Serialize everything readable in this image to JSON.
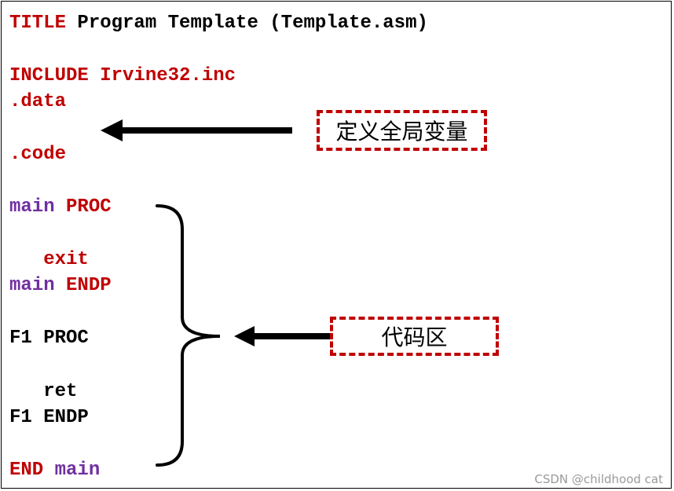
{
  "code": {
    "title_kw": "TITLE",
    "title_text": " Program Template (Template.asm)",
    "include_kw": "INCLUDE Irvine32.inc",
    "data_kw": ".data",
    "code_kw": ".code",
    "main_proc_name": "main",
    "main_proc_kw": " PROC",
    "exit_kw": "   exit",
    "main_endp_name": "main",
    "main_endp_kw": " ENDP",
    "f1_proc": "F1 PROC",
    "ret_kw": "   ret",
    "f1_endp": "F1 ENDP",
    "end_kw": "END",
    "end_main": " main"
  },
  "annotations": {
    "global_vars_label": "定义全局变量",
    "code_area_label": "代码区"
  },
  "watermark": "CSDN @childhood cat",
  "colors": {
    "keyword_red": "#c00000",
    "identifier_purple": "#7030a0",
    "plain_black": "#000000",
    "dashed_box_border": "#c00000"
  }
}
